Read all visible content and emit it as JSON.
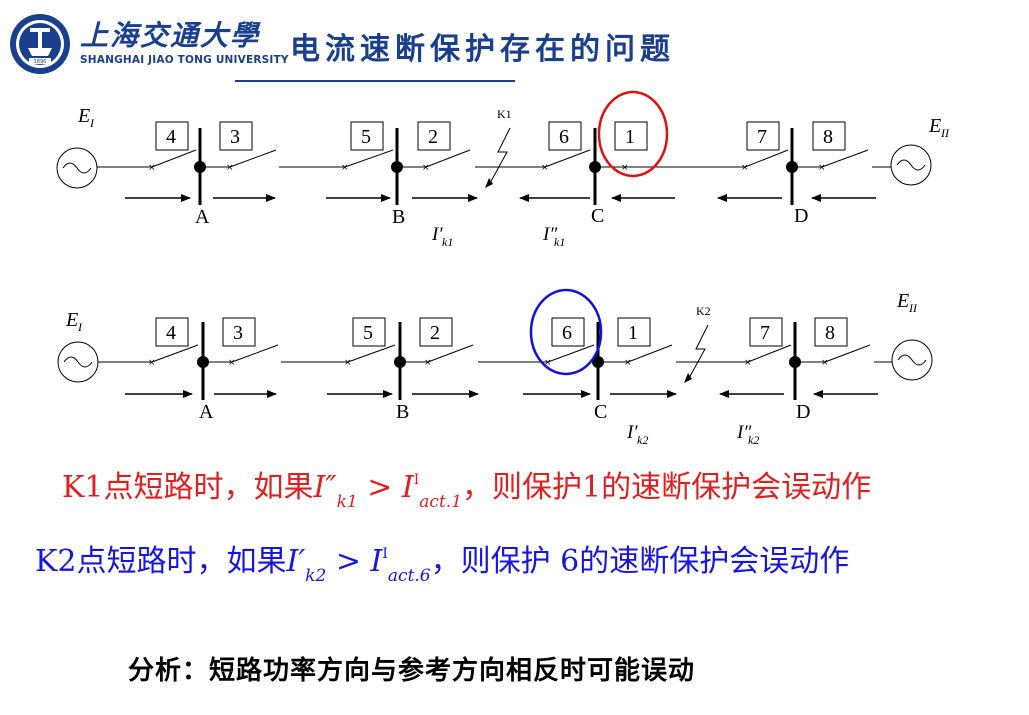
{
  "header": {
    "university_cn": "上海交通大學",
    "university_en": "SHANGHAI  JIAO TONG  UNIVERSITY",
    "seal_year": "1896",
    "title": "电流速断保护存在的问题"
  },
  "diagram_top": {
    "source_left": {
      "main": "E",
      "sub": "I"
    },
    "source_right": {
      "main": "E",
      "sub": "II"
    },
    "buses": [
      "A",
      "B",
      "C",
      "D"
    ],
    "relays": [
      "4",
      "3",
      "5",
      "2",
      "6",
      "1",
      "7",
      "8"
    ],
    "fault": "K1",
    "currents": [
      {
        "main": "I′",
        "sub": "k1"
      },
      {
        "main": "I″",
        "sub": "k1"
      }
    ],
    "highlight_relay": "1",
    "highlight_color": "#e01010"
  },
  "diagram_bottom": {
    "source_left": {
      "main": "E",
      "sub": "I"
    },
    "source_right": {
      "main": "E",
      "sub": "II"
    },
    "buses": [
      "A",
      "B",
      "C",
      "D"
    ],
    "relays": [
      "4",
      "3",
      "5",
      "2",
      "6",
      "1",
      "7",
      "8"
    ],
    "fault": "K2",
    "currents": [
      {
        "main": "I′",
        "sub": "k2"
      },
      {
        "main": "I″",
        "sub": "k2"
      }
    ],
    "highlight_relay": "6",
    "highlight_color": "#1010e0"
  },
  "statements": {
    "k1": {
      "prefix": "K1点短路时，如果",
      "lhs_main": "I″",
      "lhs_sub": "k1",
      "op": " > ",
      "rhs_main": "I",
      "rhs_sup": "I",
      "rhs_sub": "act.1",
      "suffix": "，则保护1的速断保护会误动作",
      "color": "#e02020"
    },
    "k2": {
      "prefix": "K2点短路时，如果",
      "lhs_main": "I′",
      "lhs_sub": "k2",
      "op": " > ",
      "rhs_main": "I",
      "rhs_sup": "I",
      "rhs_sub": "act.6",
      "suffix": "，则保护 6的速断保护会误动作",
      "color": "#1616e0"
    }
  },
  "analysis": "分析：短路功率方向与参考方向相反时可能误动"
}
